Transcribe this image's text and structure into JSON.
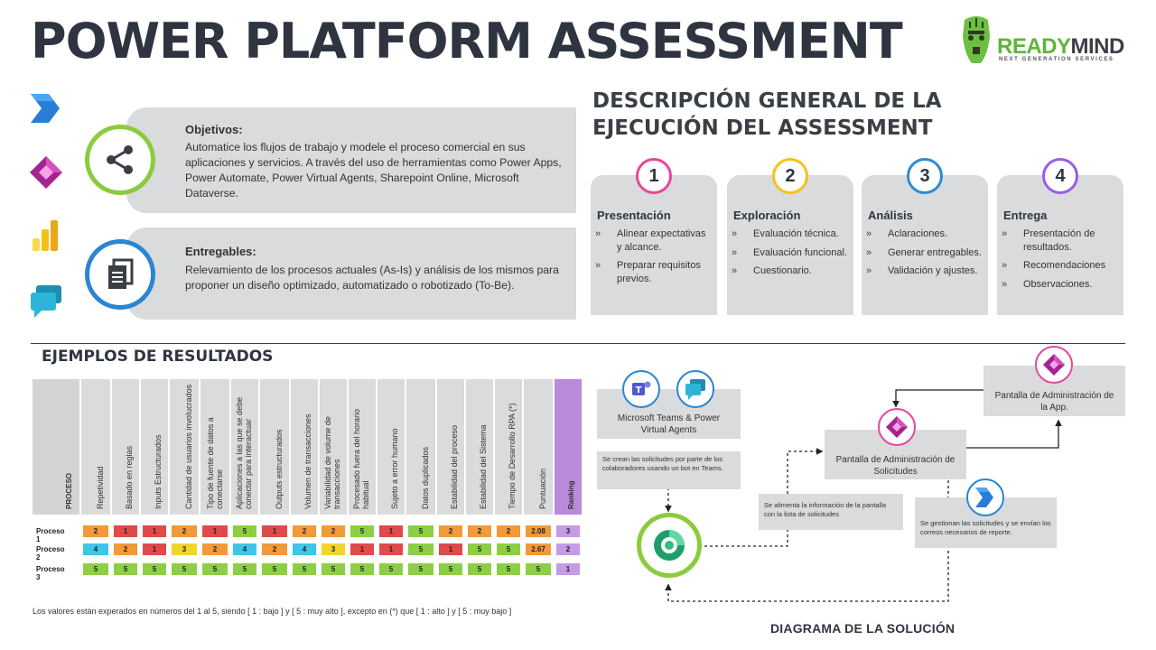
{
  "page": {
    "title": "POWER PLATFORM ASSESSMENT"
  },
  "logo": {
    "brand_part1": "READY",
    "brand_part2": "MIND",
    "tagline": "NEXT GENERATION SERVICES"
  },
  "side_icons": [
    "power-automate-icon",
    "power-apps-icon",
    "power-bi-icon",
    "power-virtual-agents-icon"
  ],
  "objetivos": {
    "title": "Objetivos:",
    "body": "Automatice los flujos de trabajo y modele el proceso comercial en sus aplicaciones y servicios.  A través del uso de herramientas como Power Apps, Power Automate, Power Virtual Agents, Sharepoint Online, Microsoft Dataverse."
  },
  "entregables": {
    "title": "Entregables:",
    "body": "Relevamiento de los procesos actuales (As-Is) y análisis de los mismos para proponer un diseño optimizado, automatizado o robotizado (To-Be)."
  },
  "descripcion": {
    "line1": "DESCRIPCIÓN GENERAL DE LA",
    "line2": "EJECUCIÓN DEL ASSESSMENT"
  },
  "steps": [
    {
      "num": "1",
      "title": "Presentación",
      "color": "#e8479a",
      "items": [
        "Alinear expectativas y alcance.",
        "Preparar requisitos previos."
      ]
    },
    {
      "num": "2",
      "title": "Exploración",
      "color": "#f2c21b",
      "items": [
        "Evaluación técnica.",
        "Evaluación funcional.",
        "Cuestionario."
      ]
    },
    {
      "num": "3",
      "title": "Análisis",
      "color": "#2e8bd8",
      "items": [
        "Aclaraciones.",
        "Generar entregables.",
        "Validación y ajustes."
      ]
    },
    {
      "num": "4",
      "title": "Entrega",
      "color": "#9b5de5",
      "items": [
        "Presentación de resultados.",
        "Recomendaciones",
        "Observaciones."
      ]
    }
  ],
  "bullet": "»",
  "examples": {
    "title": "EJEMPLOS DE RESULTADOS"
  },
  "table": {
    "headers": [
      "PROCESO",
      "Repetividad",
      "Basado en reglas",
      "Inputs Estructurados",
      "Cantidad de usuarios involucrados",
      "Tipo de fuente de datos a conectarse",
      "Aplicaciones a las que se debe conectar para interactuar",
      "Outputs estructurados",
      "Volumen de transacciones",
      "Variabilidad de volume de transacciones",
      "Procesado fuera del horario habitual",
      "Sujeto a error humano",
      "Datos duplicados",
      "Estabilidad del proceso",
      "Estabilidad del Sistema",
      "Tiempo de Desarrollo RPA (*)",
      "Puntuación",
      "Ranking"
    ],
    "rows": [
      {
        "label": "Proceso 1",
        "values": [
          "2",
          "1",
          "1",
          "2",
          "1",
          "5",
          "1",
          "2",
          "2",
          "5",
          "1",
          "5",
          "2",
          "2",
          "2"
        ],
        "score": "2.08",
        "rank": "3"
      },
      {
        "label": "Proceso 2",
        "values": [
          "4",
          "2",
          "1",
          "3",
          "2",
          "4",
          "2",
          "4",
          "3",
          "1",
          "1",
          "5",
          "1",
          "5",
          "5"
        ],
        "score": "2.67",
        "rank": "2"
      },
      {
        "label": "Proceso 3",
        "values": [
          "5",
          "5",
          "5",
          "5",
          "5",
          "5",
          "5",
          "5",
          "5",
          "5",
          "5",
          "5",
          "5",
          "5",
          "5"
        ],
        "score": "5",
        "rank": "1"
      }
    ],
    "value_colors": {
      "1": "#e04a4a",
      "2": "#f2993a",
      "3": "#f2d52a",
      "4": "#3fc5e8",
      "5": "#8ccf44"
    },
    "score_color": "#f2993a",
    "rank_color": "#c49be6"
  },
  "footnote": "Los valores están experados en números del 1 al 5, siendo [ 1 : bajo ] y [ 5 : muy alto ], excepto en (*) que [ 1 : alto ] y [ 5 : muy bajo ]",
  "diagram": {
    "title": "DIAGRAMA DE LA SOLUCIÓN",
    "teams_box": "Microsoft Teams & Power Virtual Agents",
    "teams_note": "Se crean las solicitudes por parte de los colaboradores usando un bot en Teams.",
    "admin_app": "Pantalla de Administración de la App.",
    "admin_solicitudes": "Pantalla de Administración de Solicitudes",
    "alimenta_note": "Se alimenta la información de la pantalla con la lista de solicitudes",
    "gestionan_note": "Se gestionan las solicitudes y se envían los correos necesarios de reporte."
  }
}
